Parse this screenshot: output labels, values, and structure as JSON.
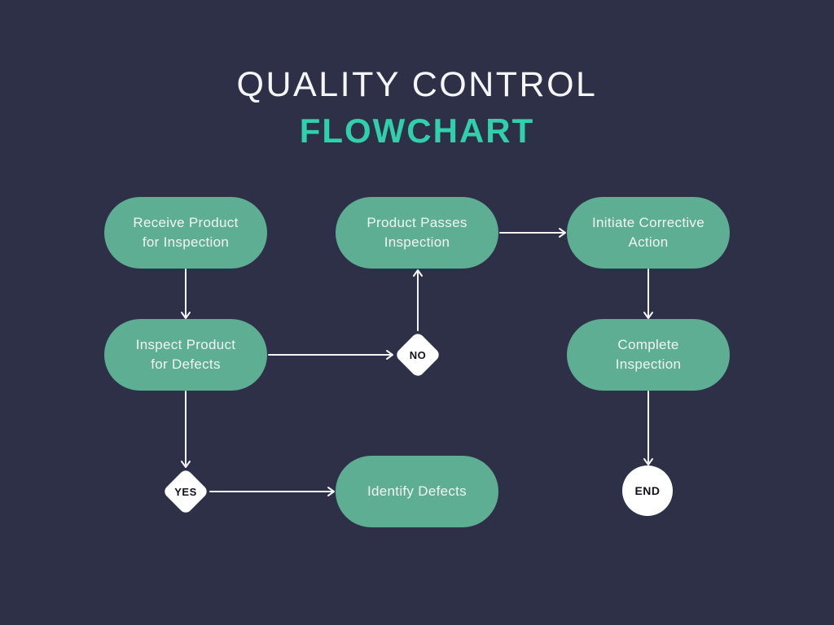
{
  "title": {
    "line1": "QUALITY CONTROL",
    "line2": "FLOWCHART"
  },
  "nodes": {
    "receive": {
      "label": "Receive Product\nfor Inspection"
    },
    "passes": {
      "label": "Product Passes\nInspection"
    },
    "corrective": {
      "label": "Initiate Corrective\nAction"
    },
    "inspect": {
      "label": "Inspect Product\nfor Defects"
    },
    "complete": {
      "label": "Complete\nInspection"
    },
    "identify": {
      "label": "Identify Defects"
    }
  },
  "decisions": {
    "no": {
      "label": "NO"
    },
    "yes": {
      "label": "YES"
    }
  },
  "terminals": {
    "end": {
      "label": "END"
    }
  },
  "colors": {
    "background": "#2e3047",
    "node_fill": "#5dae92",
    "node_text": "#f0f6f3",
    "title": "#f4f6f8",
    "accent": "#2fd0ab",
    "connector": "#f4f5f6",
    "shape_fill": "#ffffff",
    "shape_text": "#12121a"
  }
}
